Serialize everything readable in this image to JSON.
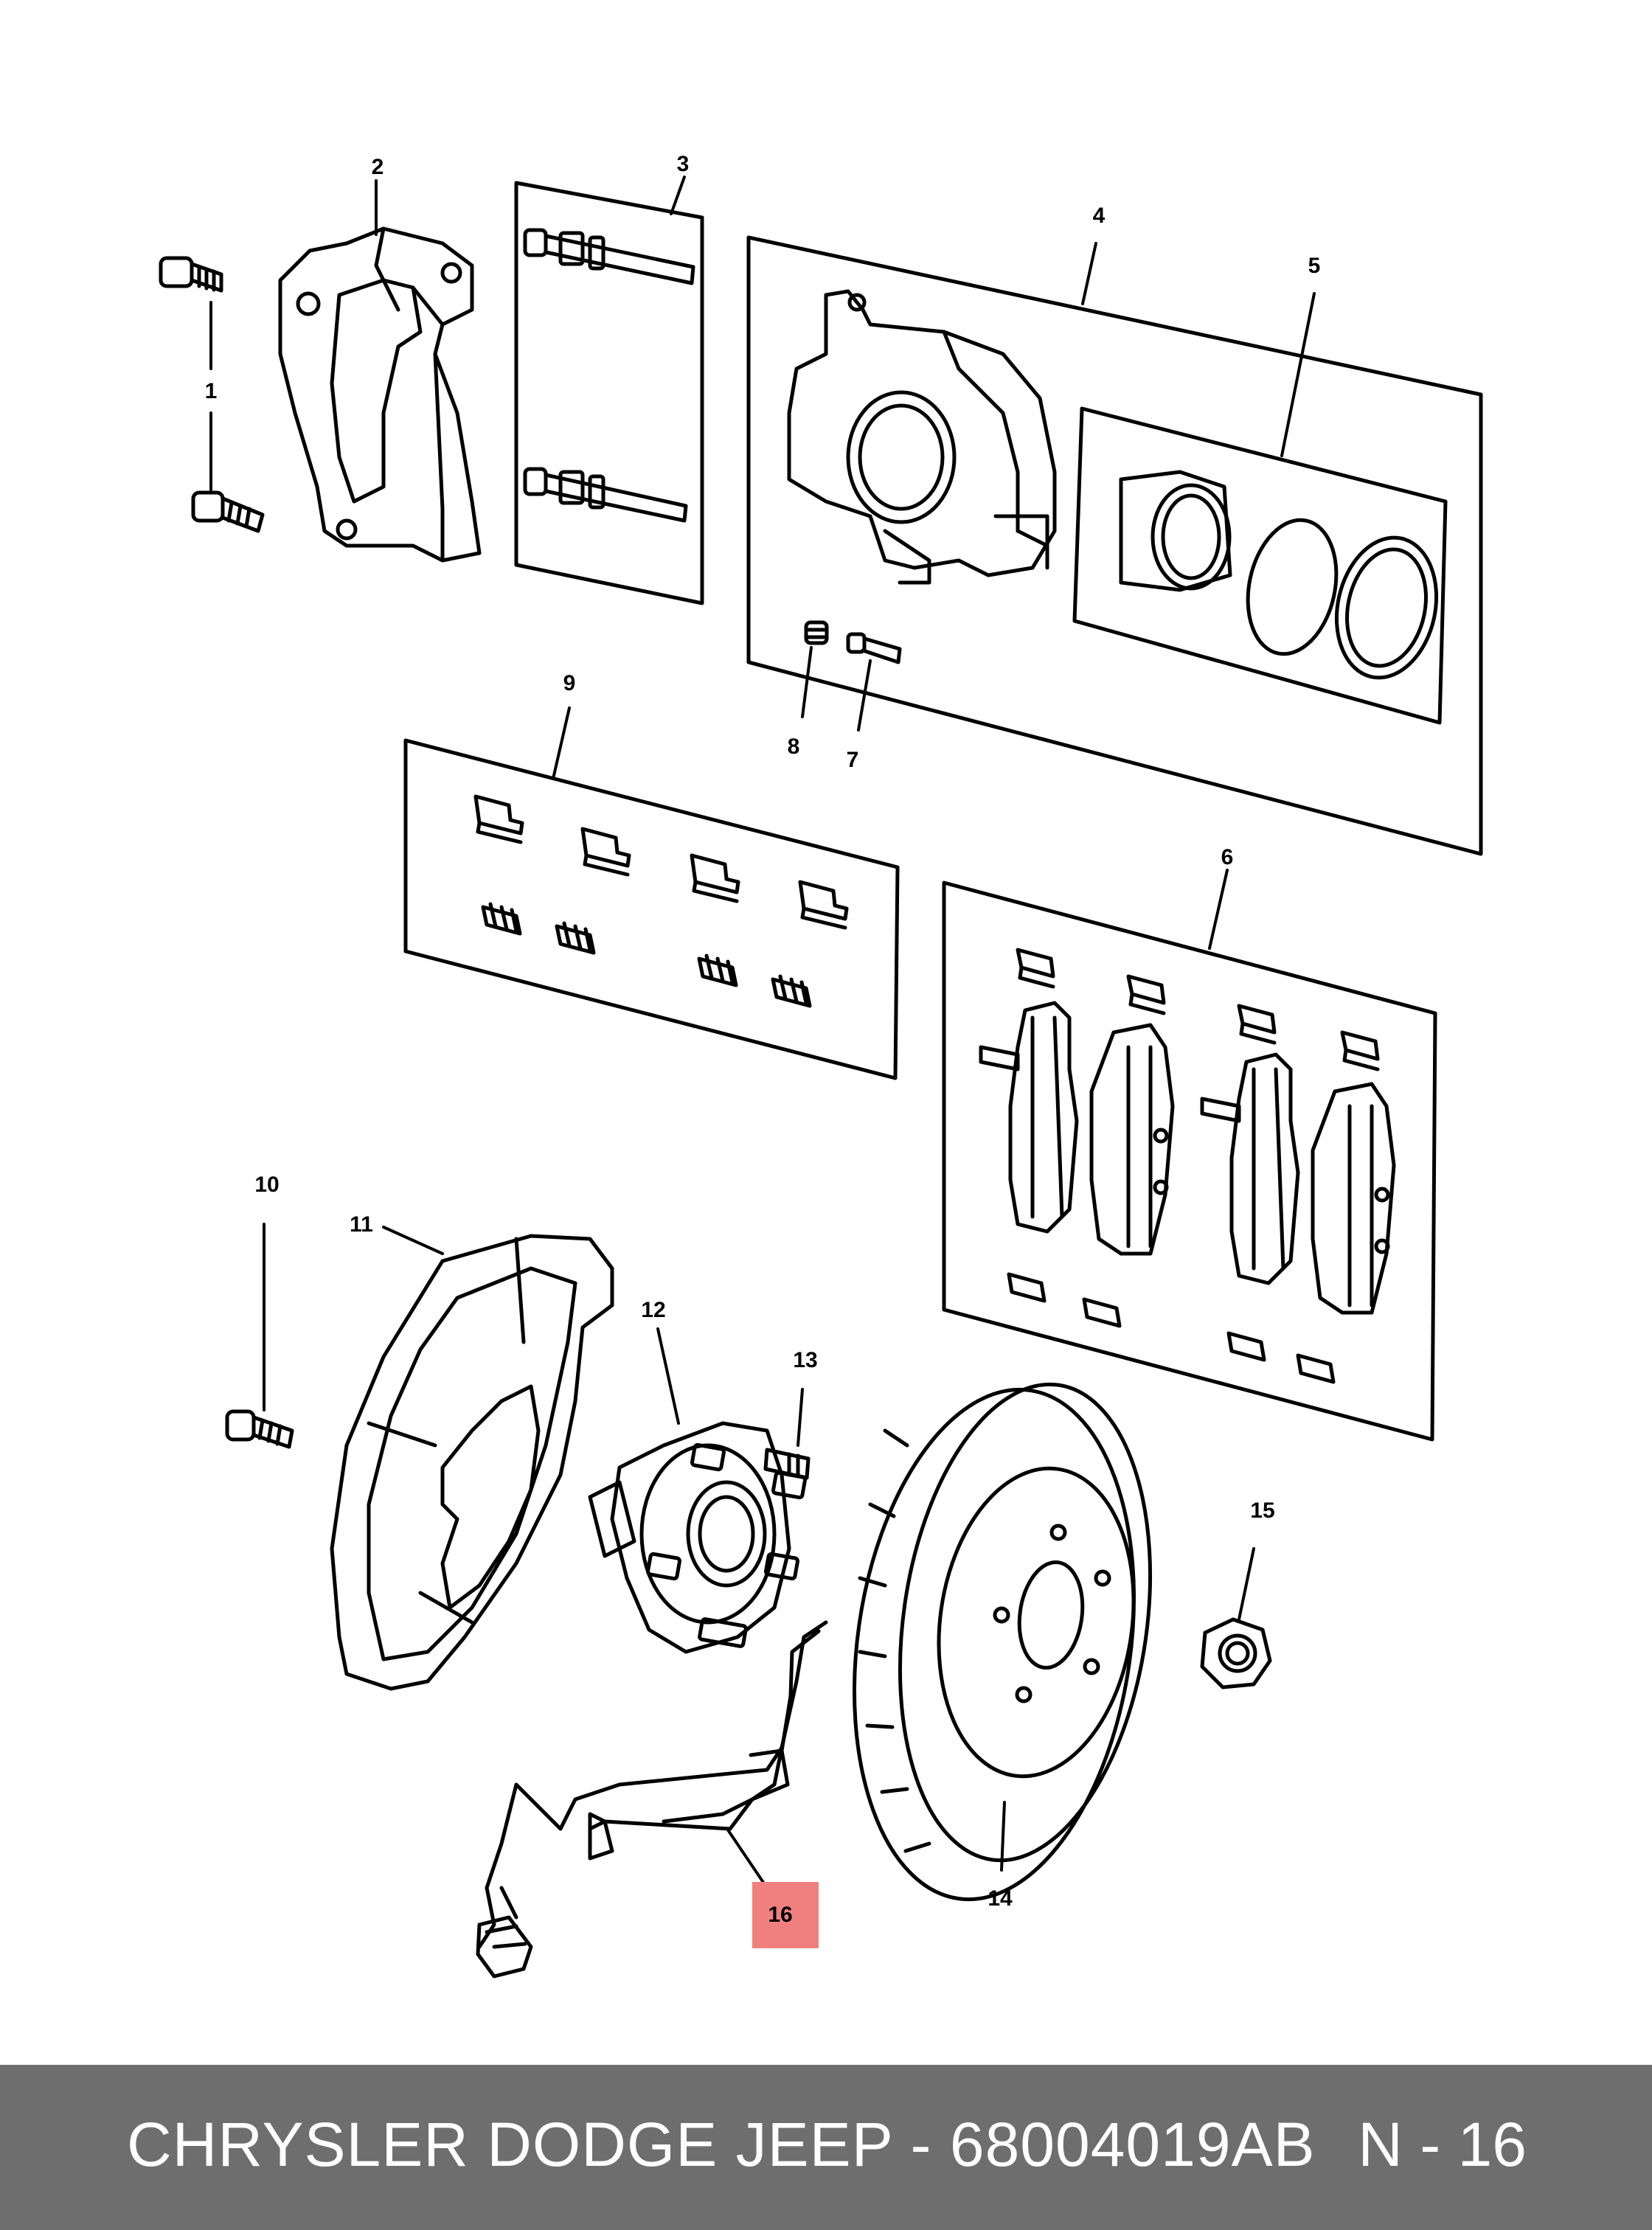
{
  "callouts": {
    "c1": "1",
    "c2": "2",
    "c3": "3",
    "c4": "4",
    "c5": "5",
    "c6": "6",
    "c7": "7",
    "c8": "8",
    "c9": "9",
    "c10": "10",
    "c11": "11",
    "c12": "12",
    "c13": "13",
    "c14": "14",
    "c15": "15",
    "c16": "16"
  },
  "highlight_color": "#f08080",
  "footer": {
    "part_text": "CHRYSLER DODGE JEEP - 68004019AB",
    "page_text": "N - 16",
    "background": "#6e6e6e"
  }
}
